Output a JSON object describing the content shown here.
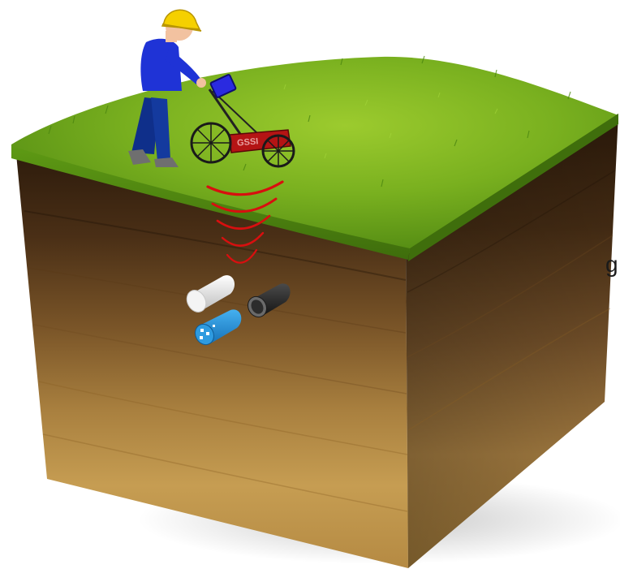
{
  "device": {
    "brand_label": "GSSI",
    "icon": "ground-penetrating-radar-cart-icon"
  },
  "operator": {
    "icon": "surveyor-with-hard-hat-icon",
    "colors": {
      "hard_hat": "#f5d000",
      "shirt": "#1f33d6",
      "trousers": "#0f2f8a",
      "boots": "#6f6f6f"
    }
  },
  "radar_waves": {
    "count": 5,
    "color": "#d80f0f",
    "icon": "radar-signal-arcs-icon"
  },
  "buried_objects": [
    {
      "name": "white-pipe",
      "color": "#ececec"
    },
    {
      "name": "black-pipe",
      "color": "#2a2a2a"
    },
    {
      "name": "blue-pipe",
      "color": "#1e8fd8"
    }
  ],
  "soil": {
    "grass_color": "#6fa51c",
    "soil_top_color": "#3e2713",
    "soil_bottom_color": "#c79a45"
  },
  "edge_text": "g"
}
